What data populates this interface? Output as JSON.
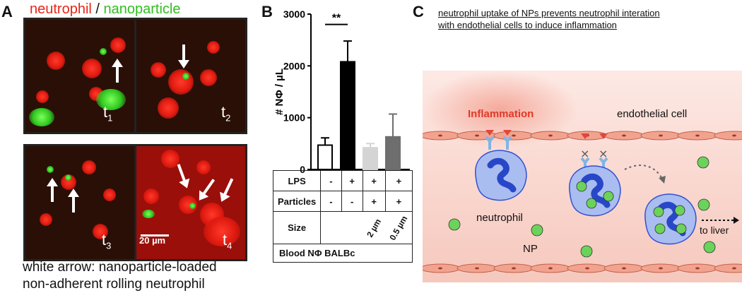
{
  "panel_a": {
    "letter": "A",
    "legend_red": "neutrophil",
    "legend_sep": " / ",
    "legend_green": "nanoparticle",
    "frames": [
      {
        "t": "t",
        "sub": "1"
      },
      {
        "t": "t",
        "sub": "2"
      },
      {
        "t": "t",
        "sub": "3"
      },
      {
        "t": "t",
        "sub": "4"
      }
    ],
    "scalebar": "20 µm",
    "caption_line1": "white arrow: nanoparticle-loaded",
    "caption_line2": "non-adherent rolling neutrophil"
  },
  "panel_b": {
    "letter": "B",
    "significance": "**",
    "conditions": {
      "rows": [
        {
          "label": "LPS",
          "values": [
            "-",
            "+",
            "+",
            "+"
          ]
        },
        {
          "label": "Particles",
          "values": [
            "-",
            "-",
            "+",
            "+"
          ]
        },
        {
          "label": "Size",
          "values": [
            "",
            "",
            "2 µm",
            "0.5 µm"
          ]
        }
      ],
      "footer": "Blood NΦ BALBc"
    }
  },
  "chart_data": {
    "type": "bar",
    "categories": [
      "- / -",
      "+ / -",
      "+ / + 2 µm",
      "+ / + 0.5 µm"
    ],
    "values": [
      470,
      2080,
      420,
      630
    ],
    "errors": [
      140,
      400,
      80,
      440
    ],
    "ylabel": "# NΦ / µL",
    "ylim": [
      0,
      3000
    ],
    "yticks": [
      "0",
      "1000",
      "2000",
      "3000"
    ],
    "colors": [
      "#ffffff",
      "#000000",
      "#d4d4d4",
      "#6e6e6e"
    ]
  },
  "panel_c": {
    "letter": "C",
    "title_line1": "neutrophil uptake of NPs prevents neutrophil interation",
    "title_line2": "with endothelial cells to induce inflammation",
    "inflammation": "Inflammation",
    "endothelial": "endothelial cell",
    "neutrophil": "neutrophil",
    "np": "NP",
    "liver": "to liver",
    "colors": {
      "vessel": "#f8d4cc",
      "endothelium": "#f2a38f",
      "neutrophil": "#a9bdf0",
      "nucleus": "#2847c8",
      "np": "#6bd35a",
      "receptor": "#7fb5e6",
      "ligand": "#e0473a",
      "inflammation": "#e03a28"
    }
  }
}
